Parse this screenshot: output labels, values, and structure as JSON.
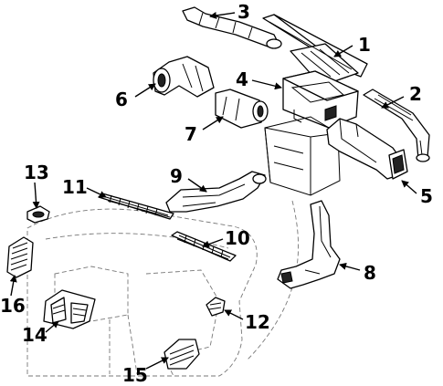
{
  "callouts": [
    {
      "id": "1",
      "label": "1",
      "part_icon": "instrument-duct"
    },
    {
      "id": "2",
      "label": "2",
      "part_icon": "defroster-duct"
    },
    {
      "id": "3",
      "label": "3",
      "part_icon": "defroster-hose"
    },
    {
      "id": "4",
      "label": "4",
      "part_icon": "center-duct"
    },
    {
      "id": "5",
      "label": "5",
      "part_icon": "side-duct"
    },
    {
      "id": "6",
      "label": "6",
      "part_icon": "left-duct"
    },
    {
      "id": "7",
      "label": "7",
      "part_icon": "connector-duct"
    },
    {
      "id": "8",
      "label": "8",
      "part_icon": "floor-duct"
    },
    {
      "id": "9",
      "label": "9",
      "part_icon": "rear-duct"
    },
    {
      "id": "10",
      "label": "10",
      "part_icon": "defroster-grille"
    },
    {
      "id": "11",
      "label": "11",
      "part_icon": "defroster-grille"
    },
    {
      "id": "12",
      "label": "12",
      "part_icon": "small-grille"
    },
    {
      "id": "13",
      "label": "13",
      "part_icon": "side-defroster-grille"
    },
    {
      "id": "14",
      "label": "14",
      "part_icon": "center-vent"
    },
    {
      "id": "15",
      "label": "15",
      "part_icon": "side-vent"
    },
    {
      "id": "16",
      "label": "16",
      "part_icon": "side-vent"
    }
  ]
}
